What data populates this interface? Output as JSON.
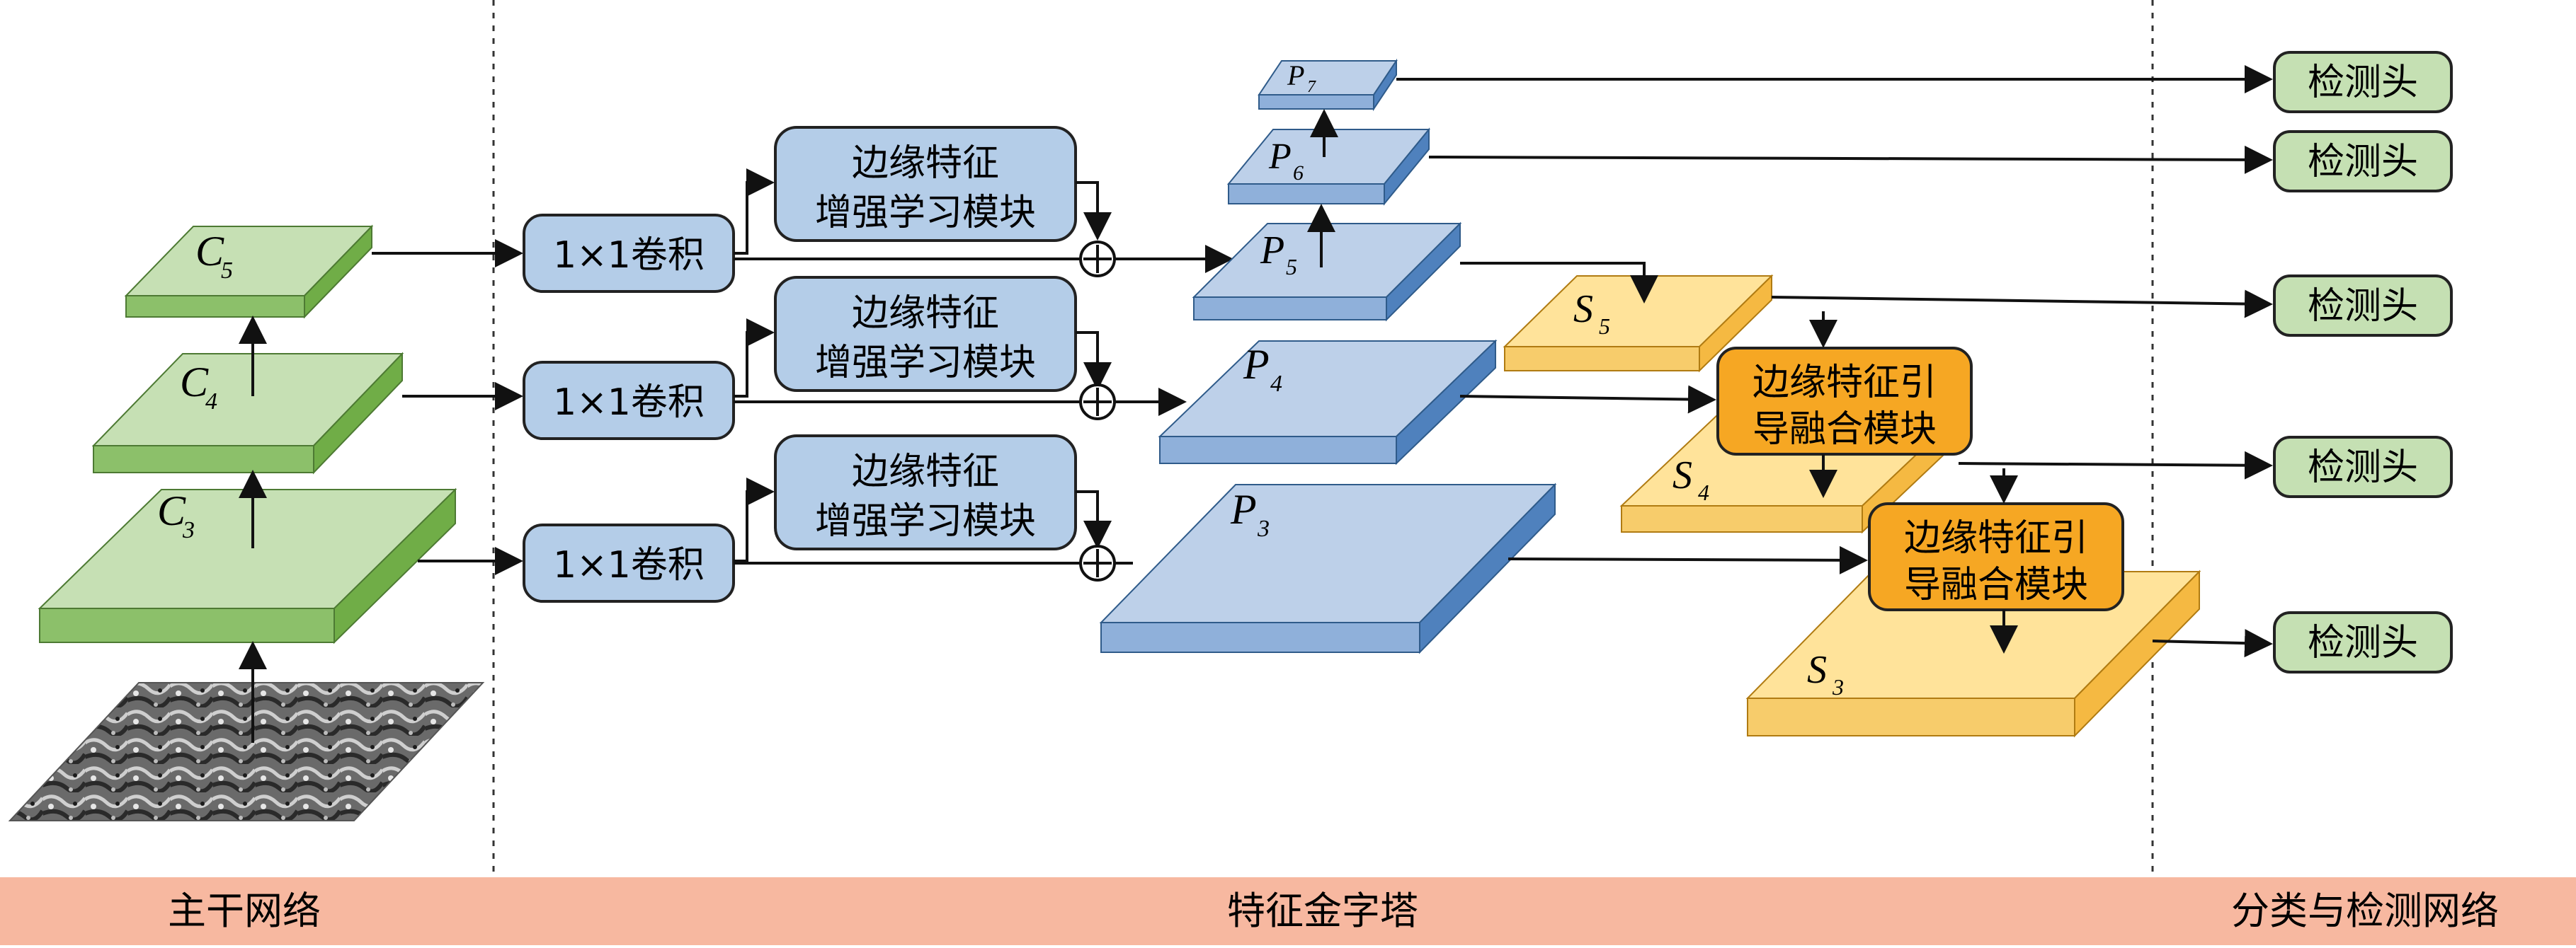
{
  "sections": {
    "backbone": "主干网络",
    "pyramid": "特征金字塔",
    "head": "分类与检测网络"
  },
  "backbone_layers": {
    "c3": {
      "letter": "C",
      "sub": "3"
    },
    "c4": {
      "letter": "C",
      "sub": "4"
    },
    "c5": {
      "letter": "C",
      "sub": "5"
    }
  },
  "conv_label": "1×1卷积",
  "edge_enhance": {
    "line1": "边缘特征",
    "line2": "增强学习模块"
  },
  "edge_guide": {
    "line1": "边缘特征引",
    "line2": "导融合模块"
  },
  "pyramid_layers": {
    "p3": {
      "letter": "P",
      "sub": "3"
    },
    "p4": {
      "letter": "P",
      "sub": "4"
    },
    "p5": {
      "letter": "P",
      "sub": "5"
    },
    "p6": {
      "letter": "P",
      "sub": "6"
    },
    "p7": {
      "letter": "P",
      "sub": "7"
    }
  },
  "s_layers": {
    "s3": {
      "letter": "S",
      "sub": "3"
    },
    "s4": {
      "letter": "S",
      "sub": "4"
    },
    "s5": {
      "letter": "S",
      "sub": "5"
    }
  },
  "detect_head": "检测头",
  "colors": {
    "green_top": "#c6e0b4",
    "green_side": "#70ad47",
    "blue_top": "#bdd0e9",
    "blue_side": "#4f81bd",
    "module_blue": "#b4cde8",
    "module_orange": "#f6a723",
    "yellow_top": "#ffe39a",
    "yellow_side": "#f5b942",
    "head_green": "#c5e0b3",
    "band": "#f7b8a0"
  }
}
